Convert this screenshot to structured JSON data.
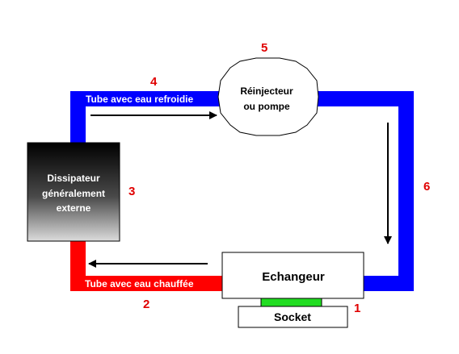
{
  "diagram": {
    "pipe_cold_label": "Tube avec eau refroidie",
    "pipe_hot_label": "Tube avec eau chauffée",
    "pump_label": [
      "Réinjecteur",
      "ou pompe"
    ],
    "dissipator_label": [
      "Dissipateur",
      "généralement",
      "externe"
    ],
    "exchanger_label": "Echangeur",
    "socket_label": "Socket",
    "numbers": [
      "1",
      "2",
      "3",
      "4",
      "5",
      "6"
    ],
    "colors": {
      "cold_pipe": "#0000ff",
      "hot_pipe": "#ff0000",
      "contact_pad": "#22dd22",
      "number_text": "#e00000"
    }
  }
}
